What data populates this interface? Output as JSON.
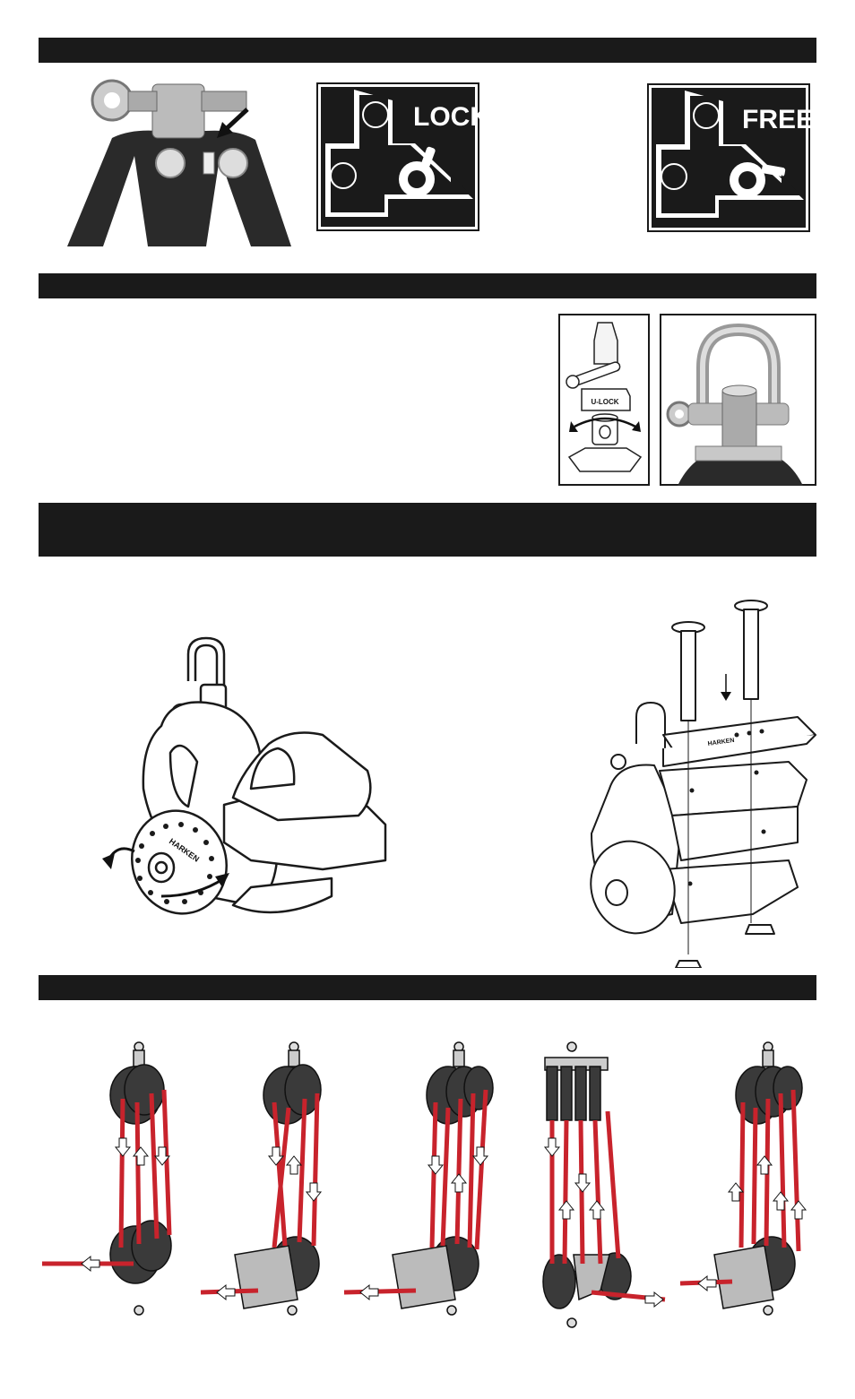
{
  "section1": {
    "lock_badge": {
      "label": "LOCK"
    },
    "free_badge": {
      "label": "FREE"
    }
  },
  "section2": {
    "swivel_diagram": {
      "label": "U-LOCK"
    }
  },
  "section3": {
    "cleat_diagram": {
      "brand": "HARKEN"
    },
    "bolt_diagram": {
      "brand": "HARKEN"
    }
  },
  "colors": {
    "bar": "#1a1a1a",
    "line": "#c8232c",
    "block": "#3a3a3a"
  },
  "icons": [
    "arrow-icon",
    "lock-badge-icon",
    "free-badge-icon",
    "rotate-arrow-icon"
  ]
}
